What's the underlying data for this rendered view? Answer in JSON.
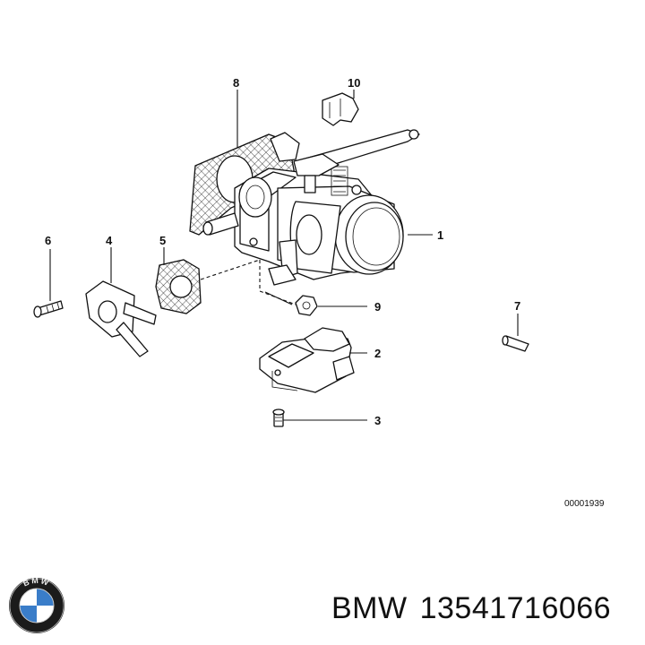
{
  "diagram": {
    "callouts": [
      {
        "id": "c1",
        "label": "1"
      },
      {
        "id": "c2",
        "label": "2"
      },
      {
        "id": "c3",
        "label": "3"
      },
      {
        "id": "c4",
        "label": "4"
      },
      {
        "id": "c5",
        "label": "5"
      },
      {
        "id": "c6",
        "label": "6"
      },
      {
        "id": "c7",
        "label": "7"
      },
      {
        "id": "c8",
        "label": "8"
      },
      {
        "id": "c9",
        "label": "9"
      },
      {
        "id": "c10",
        "label": "10"
      }
    ],
    "drawing_code": "00001939"
  },
  "footer": {
    "brand": "BMW",
    "part_number": "13541716066",
    "logo_text": "BMW"
  }
}
